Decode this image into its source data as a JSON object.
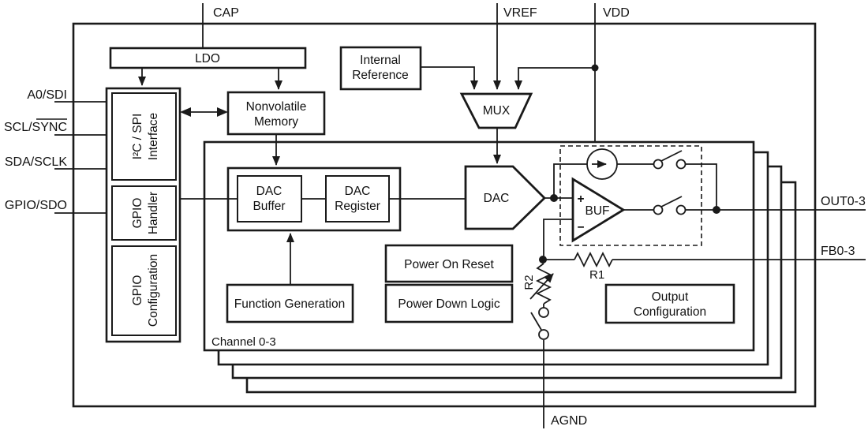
{
  "diagram": {
    "pins": {
      "cap": "CAP",
      "vref": "VREF",
      "vdd": "VDD",
      "a0_sdi": "A0/SDI",
      "scl_sync": "SCL/SYNC",
      "sda_sclk": "SDA/SCLK",
      "gpio_sdo": "GPIO/SDO",
      "out": "OUT0-3",
      "fb": "FB0-3",
      "agnd": "AGND"
    },
    "blocks": {
      "ldo": "LDO",
      "internal_reference": {
        "l1": "Internal",
        "l2": "Reference"
      },
      "mux": "MUX",
      "nonvolatile_memory": {
        "l1": "Nonvolatile",
        "l2": "Memory"
      },
      "i2c_spi_interface": {
        "l1": "I²C / SPI",
        "l2": "Interface"
      },
      "gpio_handler": {
        "l1": "GPIO",
        "l2": "Handler"
      },
      "gpio_configuration": {
        "l1": "GPIO",
        "l2": "Configuration"
      },
      "dac_buffer": {
        "l1": "DAC",
        "l2": "Buffer"
      },
      "dac_register": {
        "l1": "DAC",
        "l2": "Register"
      },
      "dac": "DAC",
      "buf": "BUF",
      "power_on_reset": "Power On Reset",
      "power_down_logic": "Power Down Logic",
      "function_generation": "Function Generation",
      "output_configuration": {
        "l1": "Output",
        "l2": "Configuration"
      },
      "channel_label": "Channel 0-3"
    },
    "components": {
      "r1": "R1",
      "r2": "R2",
      "buf_plus": "+",
      "buf_minus": "−"
    },
    "colors": {
      "ink": "#1a1a1a",
      "background": "#ffffff"
    }
  }
}
